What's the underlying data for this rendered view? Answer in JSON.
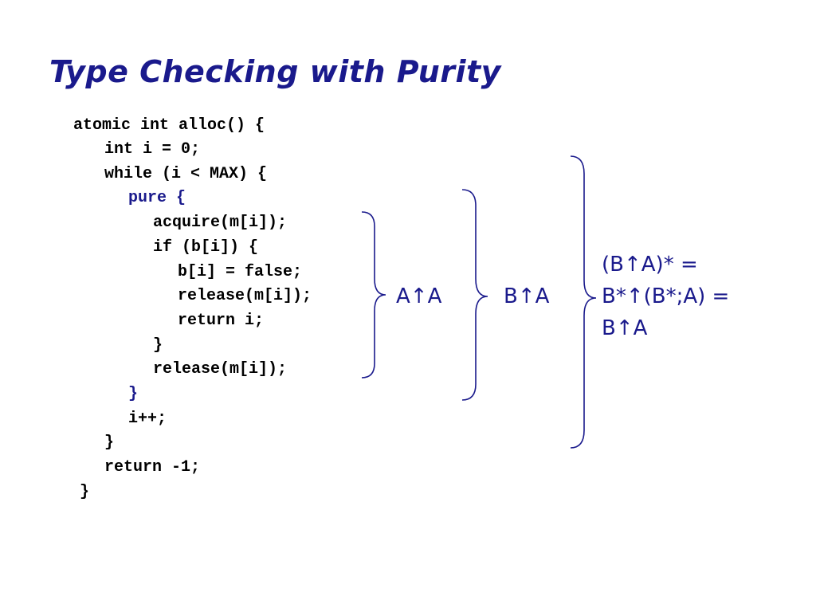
{
  "slide": {
    "title": "Type Checking with Purity"
  },
  "code": {
    "lines": [
      "atomic int alloc() {",
      "int i = 0;",
      "while (i < MAX) {",
      "pure {",
      "acquire(m[i]);",
      "if (b[i]) {",
      "b[i] = false;",
      "release(m[i]);",
      "return i;",
      "}",
      "release(m[i]);",
      "}",
      "i++;",
      "}",
      "return -1;",
      "}"
    ]
  },
  "annotations": {
    "inner": "A↑A",
    "middle": "B↑A",
    "outer_line1": "(B↑A)* =",
    "outer_line2": "B*↑(B*;A) =",
    "outer_line3": "B↑A"
  },
  "colors": {
    "title": "#1a1a8c",
    "keyword_pure": "#1a1a8c",
    "code": "#000000",
    "brace": "#1a1a8c"
  }
}
